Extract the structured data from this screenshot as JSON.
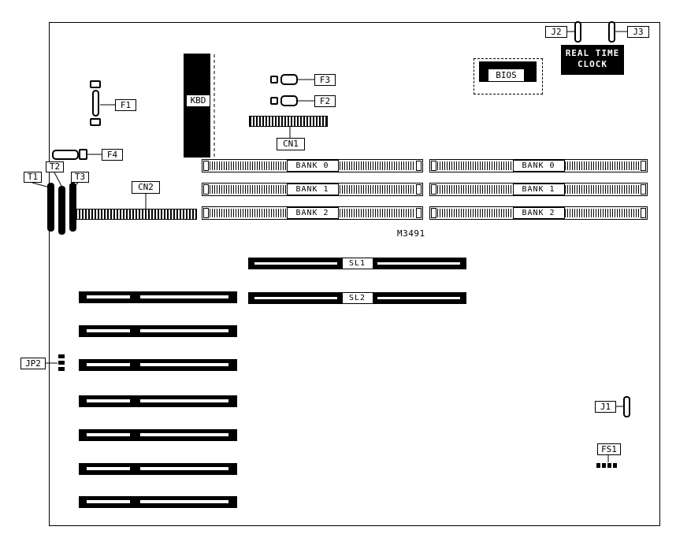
{
  "diagram": {
    "part_number": "M3491",
    "labels": {
      "j1": "J1",
      "j2": "J2",
      "j3": "J3",
      "jp2": "JP2",
      "fs1": "FS1",
      "rtc_line1": "REAL TIME",
      "rtc_line2": "CLOCK",
      "bios": "BIOS",
      "kbd": "KBD",
      "f1": "F1",
      "f2": "F2",
      "f3": "F3",
      "f4": "F4",
      "cn1": "CN1",
      "cn2": "CN2",
      "t1": "T1",
      "t2": "T2",
      "t3": "T3",
      "sl1": "SL1",
      "sl2": "SL2"
    },
    "memory_banks": [
      "BANK 0",
      "BANK 1",
      "BANK 2"
    ],
    "colors": {
      "ink": "#000000",
      "paper": "#ffffff"
    }
  }
}
